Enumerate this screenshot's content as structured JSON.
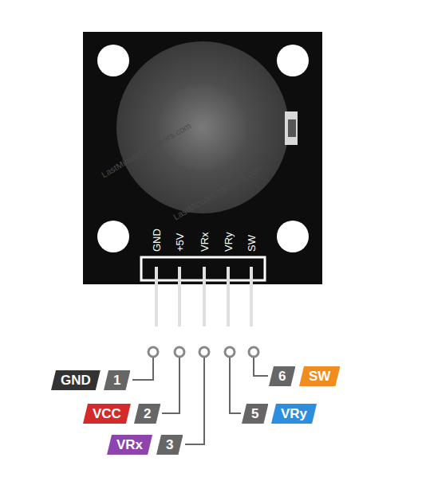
{
  "diagram": {
    "nodes": [
      {
        "text": [
          "GND"
        ]
      },
      {
        "text": [
          "1"
        ]
      },
      {
        "text": [
          "VCC"
        ]
      },
      {
        "text": [
          "2"
        ]
      },
      {
        "text": [
          "VRx"
        ]
      },
      {
        "text": [
          "3"
        ]
      },
      {
        "text": [
          "5"
        ]
      },
      {
        "text": [
          "VRy"
        ]
      },
      {
        "text": [
          "6"
        ]
      },
      {
        "text": [
          "SW"
        ]
      }
    ],
    "labels": [
      "GND",
      "+5V",
      "VRx",
      "VRy",
      "SW",
      "LastMinuteEngineers.com",
      "LastMinuteEngineers.com"
    ]
  }
}
